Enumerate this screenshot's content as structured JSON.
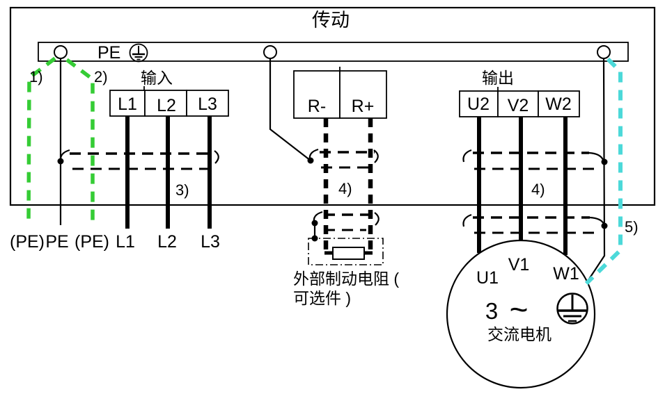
{
  "title": "传动",
  "pe_bus": {
    "label": "PE"
  },
  "notes": {
    "n1": "1)",
    "n2": "2)",
    "n3": "3)",
    "n4_brake": "4)",
    "n4_output": "4)",
    "n5": "5)"
  },
  "input": {
    "label": "输入",
    "terminals": [
      "L1",
      "L2",
      "L3"
    ]
  },
  "brake": {
    "terminals": [
      "R-",
      "R+"
    ],
    "resistor_caption_line1": "外部制动电阻 (",
    "resistor_caption_line2": "可选件 )"
  },
  "output": {
    "label": "输出",
    "terminals": [
      "U2",
      "V2",
      "W2"
    ]
  },
  "external_labels": [
    "(PE)",
    "PE",
    "(PE)",
    "L1",
    "L2",
    "L3"
  ],
  "motor": {
    "terminals": [
      "U1",
      "V1",
      "W1"
    ],
    "phase": "3",
    "wave": "~",
    "label": "交流电机"
  },
  "colors": {
    "green": "#35cc35",
    "cyan": "#4cd9d9",
    "line": "#000000",
    "background": "#ffffff"
  }
}
